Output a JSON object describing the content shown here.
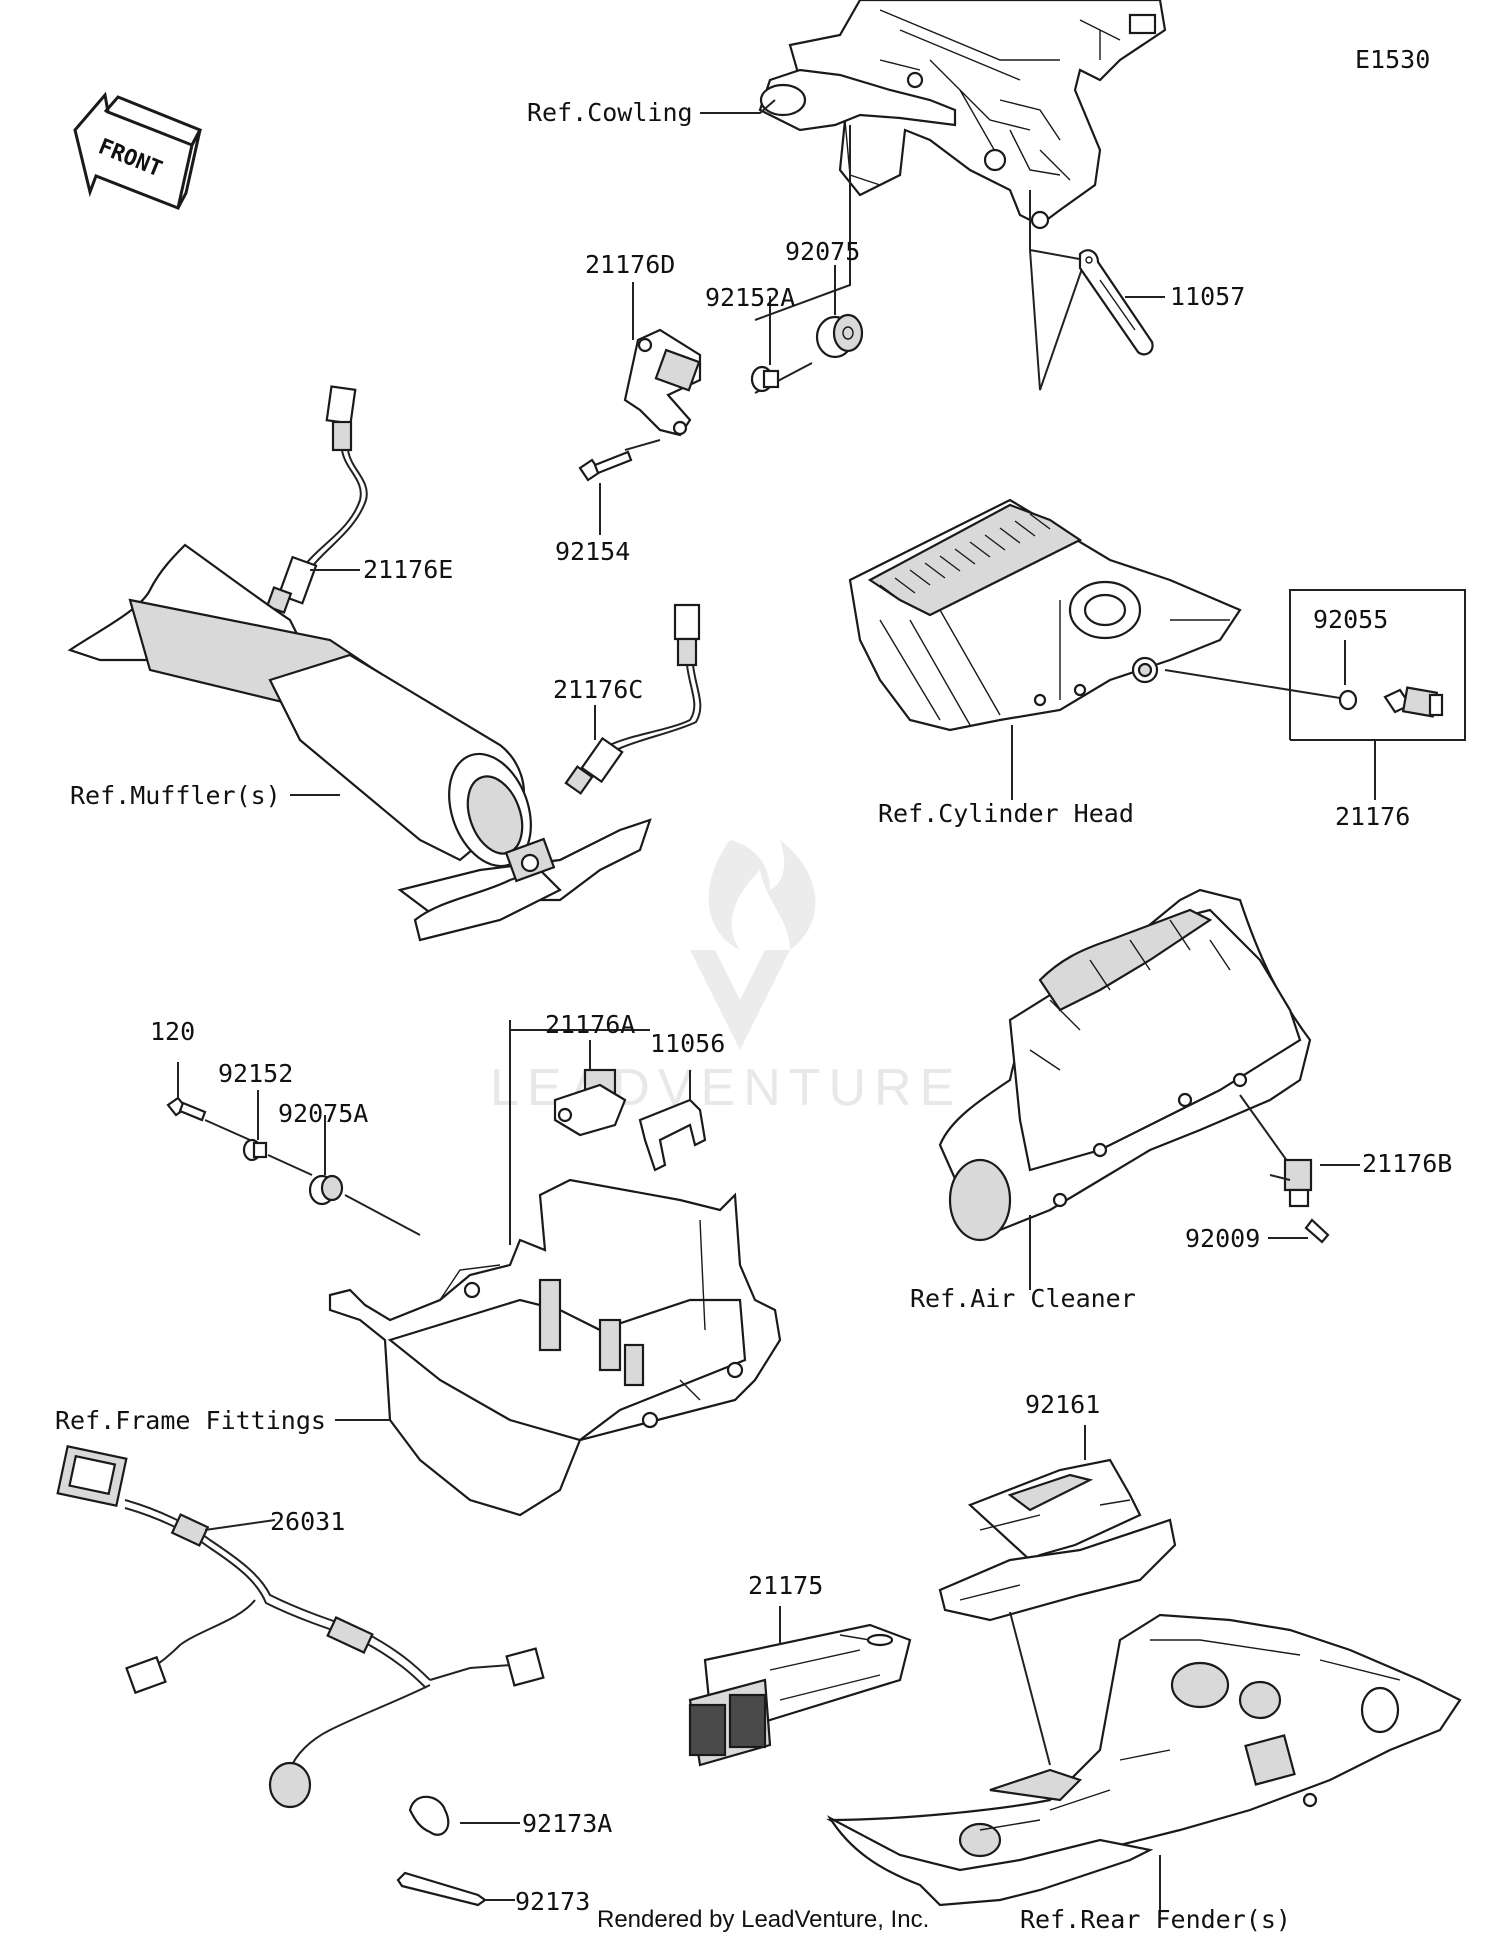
{
  "diagram_code": "E1530",
  "front_arrow_label": "FRONT",
  "watermark": "LEADVENTURE",
  "footer": "Rendered by LeadVenture, Inc.",
  "labels": {
    "ref_cowling": "Ref.Cowling",
    "p21176D": "21176D",
    "p92152A": "92152A",
    "p92075": "92075",
    "p11057": "11057",
    "p92154": "92154",
    "p21176E": "21176E",
    "p21176C": "21176C",
    "ref_mufflers": "Ref.Muffler(s)",
    "ref_cylinder_head": "Ref.Cylinder Head",
    "p92055": "92055",
    "p21176": "21176",
    "p120": "120",
    "p92152": "92152",
    "p92075A": "92075A",
    "p21176A": "21176A",
    "p11056": "11056",
    "p21176B": "21176B",
    "p92009": "92009",
    "ref_air_cleaner": "Ref.Air Cleaner",
    "ref_frame_fittings": "Ref.Frame Fittings",
    "p26031": "26031",
    "p92161": "92161",
    "p21175": "21175",
    "p92173A": "92173A",
    "p92173": "92173",
    "ref_rear_fenders": "Ref.Rear Fender(s)"
  }
}
